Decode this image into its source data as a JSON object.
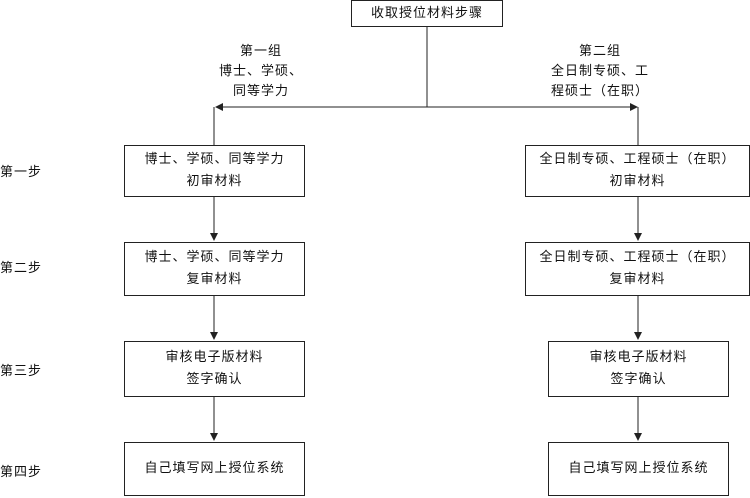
{
  "top_box": "收取授位材料步骤",
  "group1": {
    "line1": "第一组",
    "line2": "博士、学硕、",
    "line3": "同等学力"
  },
  "group2": {
    "line1": "第二组",
    "line2": "全日制专硕、工",
    "line3": "程硕士（在职）"
  },
  "steps": [
    "第一步",
    "第二步",
    "第三步",
    "第四步"
  ],
  "left": [
    {
      "line1": "博士、学硕、同等学力",
      "line2": "初审材料"
    },
    {
      "line1": "博士、学硕、同等学力",
      "line2": "复审材料"
    },
    {
      "line1": "审核电子版材料",
      "line2": "签字确认"
    },
    {
      "line1": "自己填写网上授位系统"
    }
  ],
  "right": [
    {
      "line1": "全日制专硕、工程硕士（在职）",
      "line2": "初审材料"
    },
    {
      "line1": "全日制专硕、工程硕士（在职）",
      "line2": "复审材料"
    },
    {
      "line1": "审核电子版材料",
      "line2": "签字确认"
    },
    {
      "line1": "自己填写网上授位系统"
    }
  ]
}
